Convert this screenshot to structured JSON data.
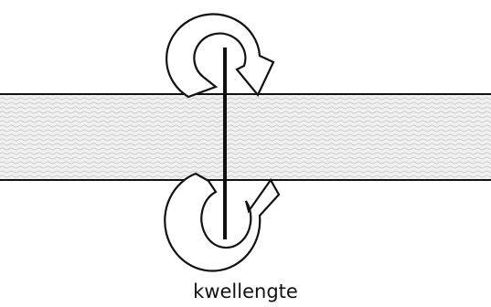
{
  "caption": "kwellengte",
  "colors": {
    "layer_fill": "#f0f0f0",
    "layer_pattern": "#c2c2c2",
    "stroke": "#111111",
    "background": "#ffffff"
  },
  "elements": {
    "layer": "aquitard-layer",
    "path_line": "seepage-path-line",
    "top_arrow": "circular-arrow-top",
    "bottom_arrow": "circular-arrow-bottom"
  }
}
